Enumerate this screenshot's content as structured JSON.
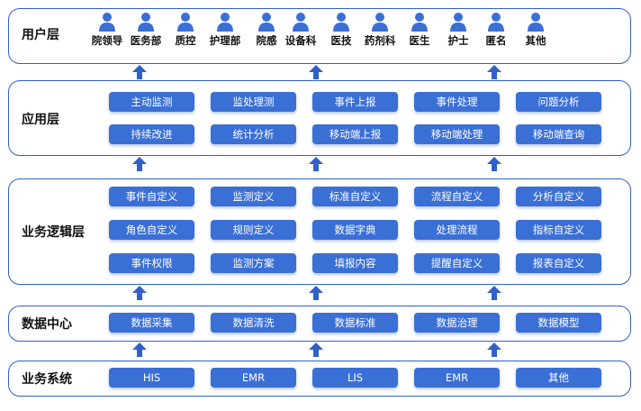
{
  "colors": {
    "accent": "#2f61c7",
    "pill": "#3a6fd6",
    "arrow": "#2f61c7"
  },
  "user_layer": {
    "title": "用户层",
    "icon": "person-icon",
    "users": [
      "院领导",
      "医务部",
      "质控",
      "护理部",
      "院感",
      "设备科",
      "医技",
      "药剂科",
      "医生",
      "护士",
      "匿名",
      "其他"
    ]
  },
  "application_layer": {
    "title": "应用层",
    "rows": [
      [
        "主动监测",
        "监处理测",
        "事件上报",
        "事件处理",
        "问题分析"
      ],
      [
        "持续改进",
        "统计分析",
        "移动端上报",
        "移动端处理",
        "移动端查询"
      ]
    ]
  },
  "business_logic_layer": {
    "title": "业务逻辑层",
    "rows": [
      [
        "事件自定义",
        "监测定义",
        "标准自定义",
        "流程自定义",
        "分析自定义"
      ],
      [
        "角色自定义",
        "规则定义",
        "数据字典",
        "处理流程",
        "指标自定义"
      ],
      [
        "事件权限",
        "监测方案",
        "填报内容",
        "提醒自定义",
        "报表自定义"
      ]
    ]
  },
  "data_center": {
    "title": "数据中心",
    "items": [
      "数据采集",
      "数据清洗",
      "数据标准",
      "数据治理",
      "数据模型"
    ]
  },
  "business_systems": {
    "title": "业务系统",
    "items": [
      "HIS",
      "EMR",
      "LIS",
      "EMR",
      "其他"
    ]
  }
}
